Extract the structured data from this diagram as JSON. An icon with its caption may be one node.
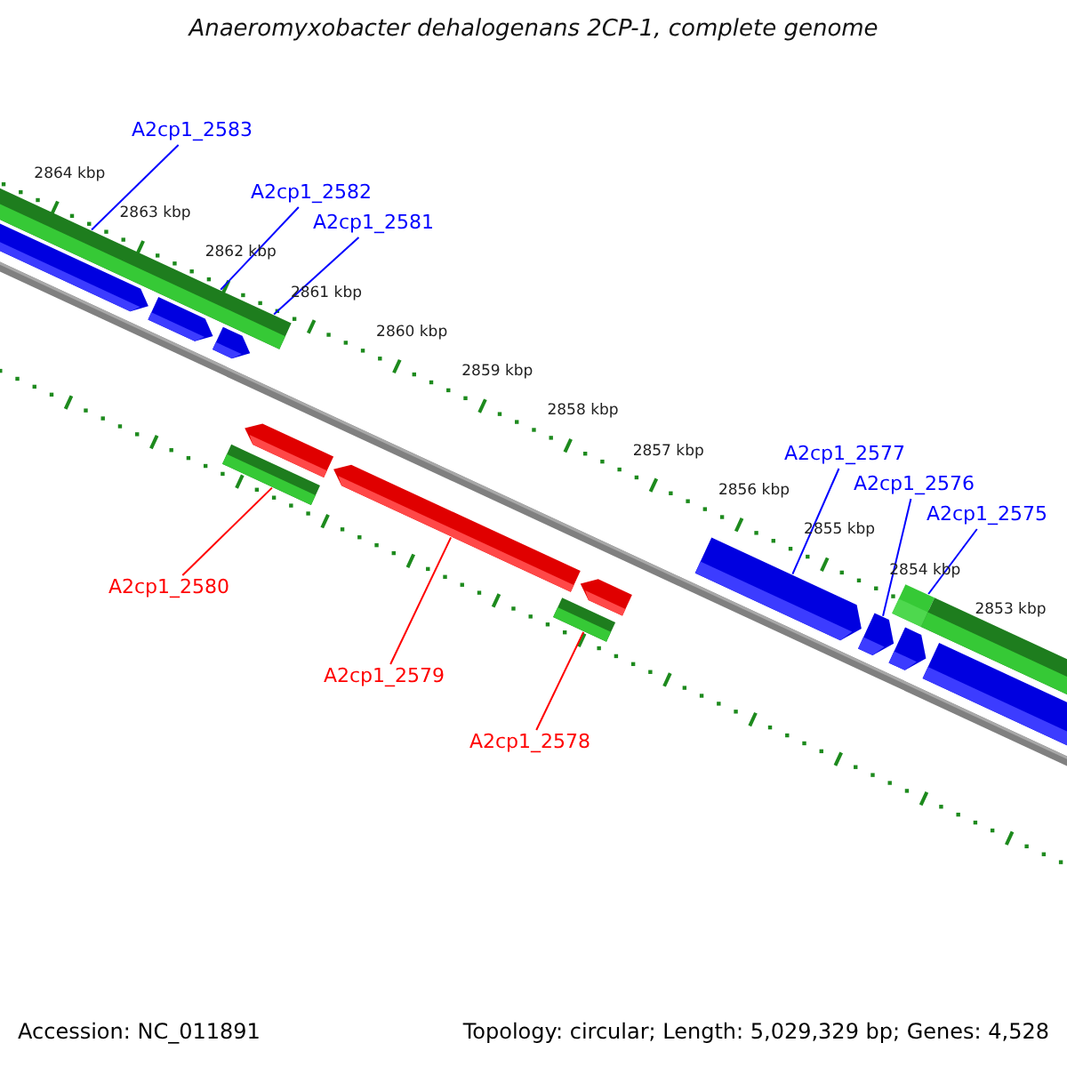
{
  "diagram": {
    "title": "Anaeromyxobacter dehalogenans 2CP-1, complete genome",
    "nodes": [
      {
        "text": [
          "A2cp1_2583"
        ]
      },
      {
        "text": [
          "A2cp1_2582"
        ]
      },
      {
        "text": [
          "A2cp1_2581"
        ]
      },
      {
        "text": [
          "A2cp1_2580"
        ]
      },
      {
        "text": [
          "A2cp1_2579"
        ]
      },
      {
        "text": [
          "A2cp1_2578"
        ]
      },
      {
        "text": [
          "A2cp1_2577"
        ]
      },
      {
        "text": [
          "A2cp1_2576"
        ]
      },
      {
        "text": [
          "A2cp1_2575"
        ]
      },
      {
        "text": [],
        "shape": "bar"
      },
      {
        "text": [],
        "shape": "arrow"
      },
      {
        "text": [],
        "shape": "arrow"
      },
      {
        "text": [],
        "shape": "arrow"
      },
      {
        "text": [],
        "shape": "arrow"
      },
      {
        "text": [],
        "shape": "arrow"
      },
      {
        "text": [],
        "shape": "arrow"
      },
      {
        "text": [],
        "shape": "bar"
      },
      {
        "text": [],
        "shape": "bar"
      },
      {
        "text": [],
        "shape": "arrow"
      },
      {
        "text": [],
        "shape": "arrow"
      },
      {
        "text": [],
        "shape": "arrow"
      },
      {
        "text": [],
        "shape": "arrow"
      },
      {
        "text": [],
        "shape": "bar"
      },
      {
        "text": [],
        "shape": "bar"
      }
    ],
    "edges": [
      {
        "from": 0,
        "to": 9,
        "arrow": "none"
      },
      {
        "from": 1,
        "to": 9,
        "arrow": "none"
      },
      {
        "from": 2,
        "to": 9,
        "arrow": "none"
      },
      {
        "from": 3,
        "to": 16,
        "arrow": "none",
        "color": "#ff0000"
      },
      {
        "from": 4,
        "to": 14,
        "arrow": "none",
        "color": "#ff0000"
      },
      {
        "from": 5,
        "to": 17,
        "arrow": "none",
        "color": "#ff0000"
      },
      {
        "from": 6,
        "to": 18,
        "arrow": "none"
      },
      {
        "from": 7,
        "to": 19,
        "arrow": "none"
      },
      {
        "from": 8,
        "to": 22,
        "arrow": "none"
      }
    ],
    "labels": [
      "2864 kbp",
      "2863 kbp",
      "2862 kbp",
      "2861 kbp",
      "2860 kbp",
      "2859 kbp",
      "2858 kbp",
      "2857 kbp",
      "2856 kbp",
      "2855 kbp",
      "2854 kbp",
      "2853 kbp",
      "Accession: NC_011891",
      "Topology: circular; Length: 5,029,329 bp; Genes: 4,528"
    ]
  }
}
